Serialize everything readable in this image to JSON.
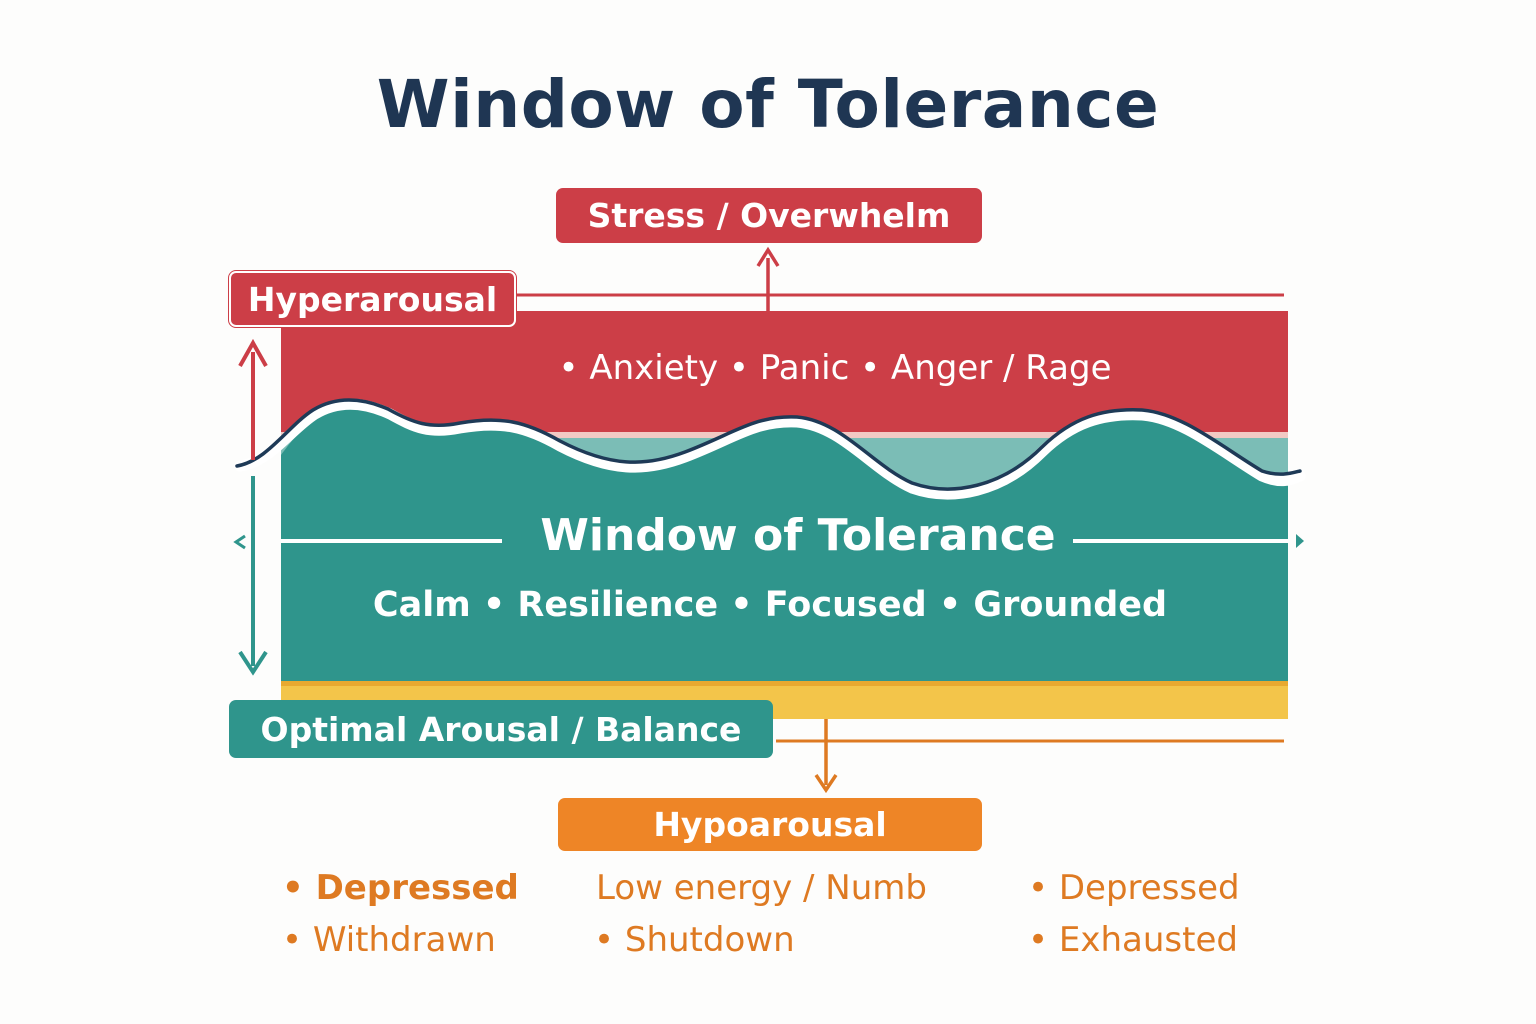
{
  "title": "Window of Tolerance",
  "labels": {
    "stress": "Stress / Overwhelm",
    "hyperarousal": "Hyperarousal",
    "optimal": "Optimal Arousal / Balance",
    "hypoarousal": "Hypoarousal"
  },
  "zones": {
    "hyperarousal_states": "• Anxiety • Panic • Anger / Rage",
    "window_label": "Window of Tolerance",
    "window_states": "Calm • Resilience • Focused • Grounded"
  },
  "hypoarousal_states": {
    "col1": [
      "• Depressed",
      "• Withdrawn"
    ],
    "col2": [
      "Low energy / Numb",
      "• Shutdown"
    ],
    "col3": [
      "• Depressed",
      "• Exhausted"
    ]
  },
  "colors": {
    "title": "#1f3653",
    "hyper": "#cc3e47",
    "window": "#2f958c",
    "window_light": "#7bbdb6",
    "hypo_band": "#f3c54a",
    "hypo": "#ee8526",
    "hypo_text": "#de7a22",
    "wave_outline": "#1e3a57"
  }
}
